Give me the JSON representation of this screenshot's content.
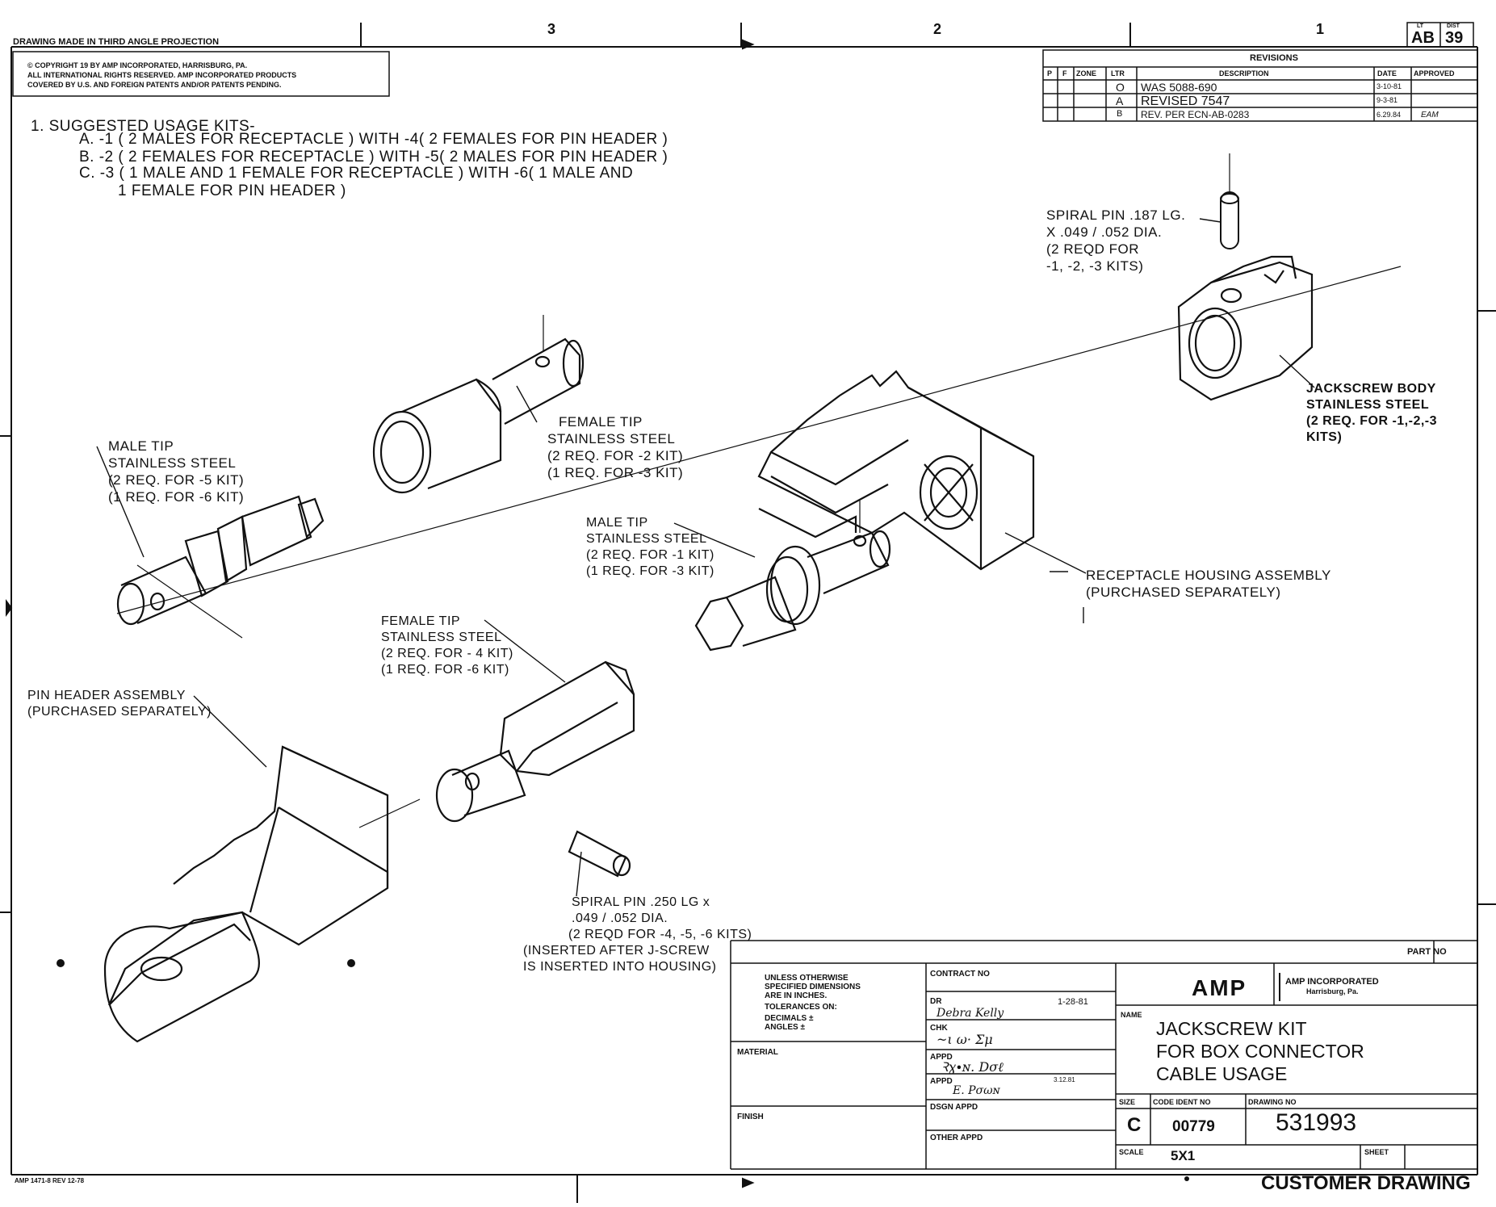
{
  "header": {
    "projection": "DRAWING MADE IN THIRD ANGLE PROJECTION",
    "zones": [
      "3",
      "2",
      "1"
    ],
    "lt": "LT",
    "dist": "DIST",
    "lt_value": "AB",
    "dist_value": "39",
    "copyright_line1": "© COPYRIGHT 19      BY AMP INCORPORATED, HARRISBURG, PA.",
    "copyright_line2": "ALL INTERNATIONAL RIGHTS RESERVED. AMP INCORPORATED PRODUCTS",
    "copyright_line3": "COVERED BY U.S. AND FOREIGN PATENTS AND/OR PATENTS PENDING."
  },
  "revisions": {
    "title": "REVISIONS",
    "columns": [
      "P",
      "F",
      "ZONE",
      "LTR",
      "DESCRIPTION",
      "DATE",
      "APPROVED"
    ],
    "rows": [
      {
        "ltr": "O",
        "description": "WAS 5088-690",
        "date": "3-10-81",
        "approved": ""
      },
      {
        "ltr": "A",
        "description": "REVISED          7547",
        "date": "9-3-81",
        "approved": ""
      },
      {
        "ltr": "B",
        "description": "REV. PER ECN-AB-0283",
        "date": "6.29.84",
        "approved": "EAM"
      }
    ]
  },
  "notes": {
    "line1": "1.    SUGGESTED USAGE KITS-",
    "line2": "A. -1 ( 2 MALES FOR RECEPTACLE ) WITH -4( 2 FEMALES FOR PIN HEADER )",
    "line3": "B. -2 ( 2 FEMALES FOR RECEPTACLE ) WITH -5( 2 MALES FOR PIN HEADER )",
    "line4": "C. -3 ( 1 MALE AND 1 FEMALE FOR RECEPTACLE ) WITH -6( 1 MALE AND",
    "line5": "1   FEMALE  FOR  PIN  HEADER )"
  },
  "callouts": {
    "spiral_pin_187": [
      "SPIRAL PIN .187 LG.",
      "X .049 / .052  DIA.",
      "(2  REQD    FOR",
      " -1, -2, -3  KITS)"
    ],
    "jackscrew_body": [
      "JACKSCREW BODY",
      "STAINLESS STEEL",
      "(2 REQ. FOR -1,-2,-3",
      "KITS)"
    ],
    "receptacle_housing": [
      "RECEPTACLE HOUSING ASSEMBLY",
      "(PURCHASED SEPARATELY)"
    ],
    "female_tip_upper": [
      "FEMALE TIP",
      "STAINLESS STEEL",
      "(2 REQ. FOR -2 KIT)",
      "(1 REQ. FOR -3 KIT)"
    ],
    "male_tip_left": [
      "MALE TIP",
      "STAINLESS STEEL",
      "(2 REQ. FOR -5 KIT)",
      "(1 REQ. FOR -6 KIT)"
    ],
    "male_tip_center": [
      "MALE TIP",
      "STAINLESS STEEL",
      "(2 REQ. FOR -1 KIT)",
      "(1 REQ. FOR -3 KIT)"
    ],
    "female_tip_hex": [
      "FEMALE TIP",
      "STAINLESS STEEL",
      "(2 REQ. FOR - 4 KIT)",
      "(1 REQ. FOR -6 KIT)"
    ],
    "pin_header": [
      "PIN HEADER ASSEMBLY",
      "(PURCHASED SEPARATELY)"
    ],
    "spiral_pin_250": [
      "SPIRAL PIN  .250 LG  x",
      ".049 / .052  DIA.",
      "(2  REQD  FOR -4, -5, -6 KITS)",
      "(INSERTED AFTER J-SCREW",
      "IS INSERTED INTO HOUSING)"
    ]
  },
  "title_block": {
    "part_no_label": "PART NO",
    "tolerance_line1": "UNLESS OTHERWISE",
    "tolerance_line2": "SPECIFIED DIMENSIONS",
    "tolerance_line3": "ARE IN INCHES.",
    "tolerance_line4": "TOLERANCES ON:",
    "decimals": "DECIMALS     ±",
    "angles": "ANGLES        ±",
    "material": "MATERIAL",
    "finish": "FINISH",
    "contract_no": "CONTRACT NO",
    "dr": "DR",
    "dr_name": "Debra Kelly",
    "dr_date": "1-28-81",
    "chk": "CHK",
    "appd": "APPD",
    "appd2": "APPD",
    "appd2_date": "3.12.81",
    "dsgn_appd": "DSGN APPD",
    "other_appd": "OTHER APPD",
    "amp_logo": "AMP",
    "company": "AMP INCORPORATED",
    "company_city": "Harrisburg, Pa.",
    "name_label": "NAME",
    "name_line1": "JACKSCREW KIT",
    "name_line2": "FOR BOX CONNECTOR",
    "name_line3": "CABLE USAGE",
    "size_label": "SIZE",
    "size": "C",
    "code_ident_label": "CODE IDENT NO",
    "code_ident": "00779",
    "drawing_no_label": "DRAWING NO",
    "drawing_no": "531993",
    "scale_label": "SCALE",
    "scale": "5X1",
    "sheet_label": "SHEET",
    "customer_drawing": "CUSTOMER DRAWING",
    "form_no": "AMP 1471-8  REV 12-78"
  }
}
